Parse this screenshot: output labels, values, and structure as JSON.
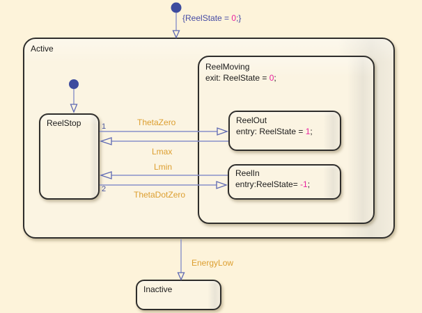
{
  "colors": {
    "background": "#fdf3da",
    "state_fill": "#fbf4e2",
    "state_fill_shade": "#e9e4d6",
    "state_border": "#2e2d2b",
    "state_text": "#1a1a1a",
    "code_text": "#454ba5",
    "number_text": "#e8219d",
    "event_label": "#dc9e2f",
    "transition_line": "#8890c9",
    "arrow_outline": "#5d68b2",
    "transition_dot": "#3d4b9e",
    "order_number": "#47539b"
  },
  "states": {
    "active": {
      "label": "Active"
    },
    "reelmoving": {
      "label": "ReelMoving",
      "action_prefix": "exit: ReelState = ",
      "action_value": "0",
      "action_suffix": ";"
    },
    "reelstop": {
      "label": "ReelStop"
    },
    "reelout": {
      "label": "ReelOut",
      "action_prefix": "entry: ReelState = ",
      "action_value": "1",
      "action_suffix": ";"
    },
    "reelin": {
      "label": "ReelIn",
      "action_prefix": "entry:ReelState= ",
      "action_value": "-1",
      "action_suffix": ";"
    },
    "inactive": {
      "label": "Inactive"
    }
  },
  "transitions": {
    "default": {
      "action_prefix": "{ReelState = ",
      "action_value": "0",
      "action_suffix": ";}"
    },
    "theta_zero": {
      "label": "ThetaZero",
      "order": "1"
    },
    "lmax": {
      "label": "Lmax"
    },
    "lmin": {
      "label": "Lmin"
    },
    "theta_dot_zero": {
      "label": "ThetaDotZero",
      "order": "2"
    },
    "energy_low": {
      "label": "EnergyLow"
    }
  }
}
